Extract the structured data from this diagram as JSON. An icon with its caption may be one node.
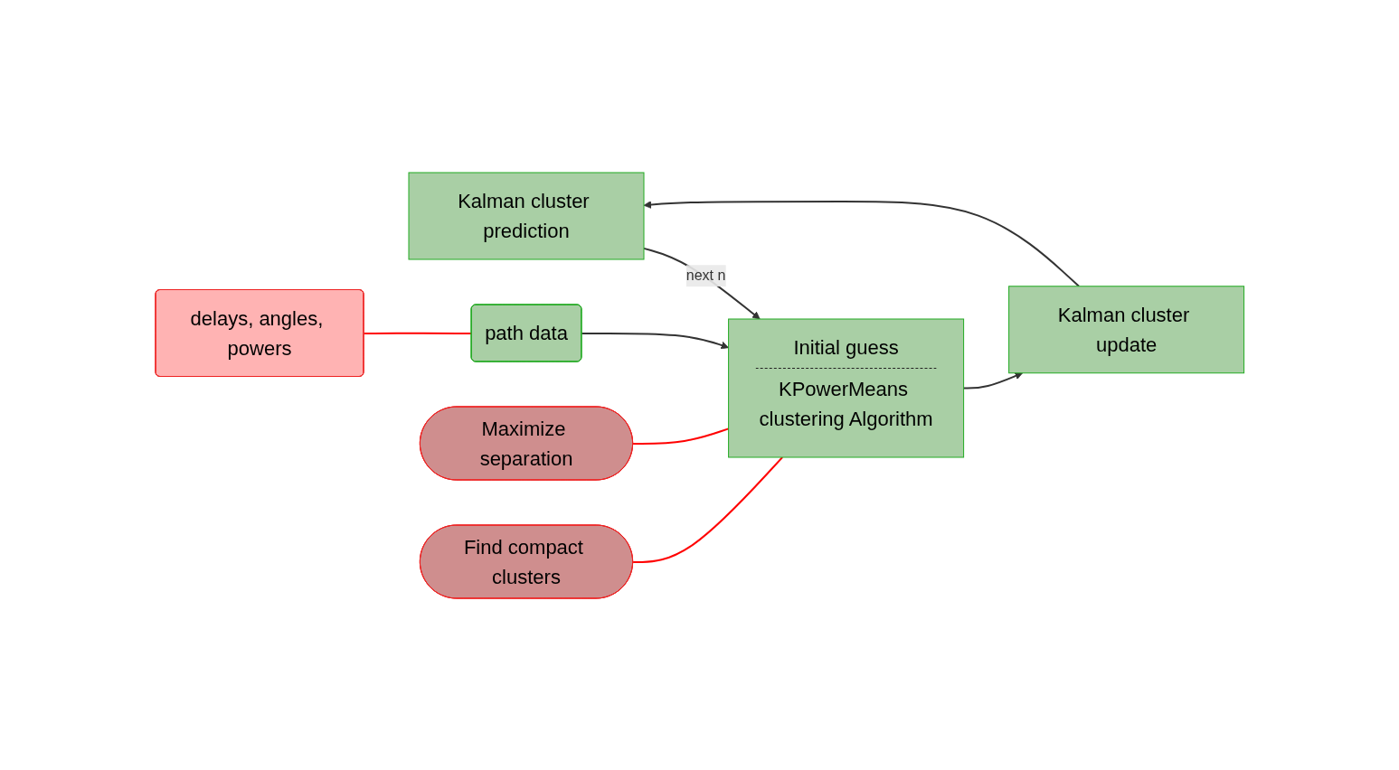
{
  "diagram": {
    "nodes": [
      {
        "text": [
          "Kalman cluster prediction"
        ]
      },
      {
        "text": [
          "path data"
        ]
      },
      {
        "text": [
          "delays, angles, powers"
        ]
      },
      {
        "text": [
          "Initial guess",
          "KPowerMeans clustering Algorithm"
        ]
      },
      {
        "text": [
          "Maximize separation"
        ]
      },
      {
        "text": [
          "Find compact clusters"
        ]
      },
      {
        "text": [
          "Kalman cluster update"
        ]
      }
    ],
    "edges": [
      {
        "from": 0,
        "to": 3,
        "arrow": "to",
        "label": "next n"
      },
      {
        "from": 1,
        "to": 3,
        "arrow": "to"
      },
      {
        "from": 3,
        "to": 6,
        "arrow": "to"
      },
      {
        "from": 6,
        "to": 0,
        "arrow": "to"
      },
      {
        "from": 2,
        "to": 1,
        "arrow": "none",
        "color": "#ff0000"
      },
      {
        "from": 4,
        "to": 3,
        "arrow": "none",
        "color": "#ff0000"
      },
      {
        "from": 5,
        "to": 3,
        "arrow": "none",
        "color": "#ff0000"
      }
    ]
  }
}
